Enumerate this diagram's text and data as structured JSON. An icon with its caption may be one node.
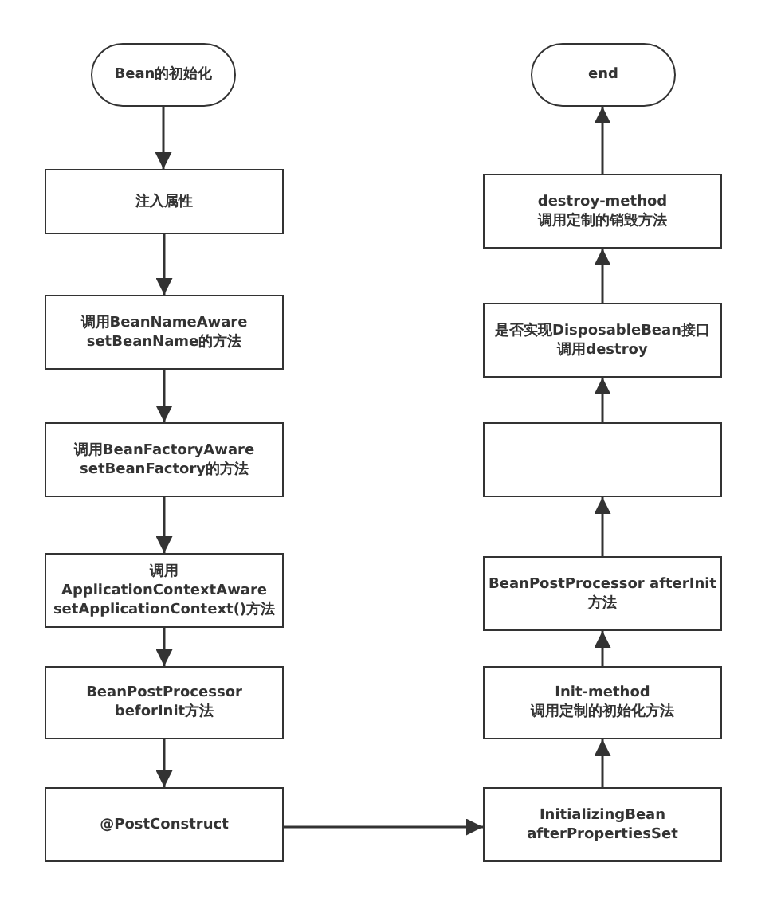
{
  "diagram": {
    "nodes": [
      {
        "text": [
          "Bean的初始化"
        ]
      },
      {
        "text": [
          "注入属性"
        ]
      },
      {
        "text": [
          "调用BeanNameAware setBeanName的方法"
        ]
      },
      {
        "text": [
          "调用BeanFactoryAware setBeanFactory的方法"
        ]
      },
      {
        "text": [
          "调用 ApplicationContextAware setApplicationContext()方法"
        ]
      },
      {
        "text": [
          "BeanPostProcessor beforInit方法"
        ]
      },
      {
        "text": [
          "@PostConstruct"
        ]
      },
      {
        "text": [
          "end"
        ]
      },
      {
        "text": [
          "destroy-method",
          "调用定制的销毁方法"
        ]
      },
      {
        "text": [
          "是否实现DisposableBean接口",
          "调用destroy"
        ]
      },
      {
        "text": [],
        "shape": "box"
      },
      {
        "text": [
          "BeanPostProcessor afterInit方法"
        ]
      },
      {
        "text": [
          "Init-method",
          "调用定制的初始化方法"
        ]
      },
      {
        "text": [
          "InitializingBean afterPropertiesSet"
        ]
      }
    ],
    "edges": [
      {
        "from": 0,
        "to": 1,
        "arrow": "to"
      },
      {
        "from": 1,
        "to": 2,
        "arrow": "to"
      },
      {
        "from": 2,
        "to": 3,
        "arrow": "to"
      },
      {
        "from": 3,
        "to": 4,
        "arrow": "to"
      },
      {
        "from": 4,
        "to": 5,
        "arrow": "to"
      },
      {
        "from": 5,
        "to": 6,
        "arrow": "to"
      },
      {
        "from": 6,
        "to": 13,
        "arrow": "to"
      },
      {
        "from": 13,
        "to": 12,
        "arrow": "to"
      },
      {
        "from": 12,
        "to": 11,
        "arrow": "to"
      },
      {
        "from": 11,
        "to": 10,
        "arrow": "to"
      },
      {
        "from": 10,
        "to": 9,
        "arrow": "to"
      },
      {
        "from": 9,
        "to": 8,
        "arrow": "to"
      },
      {
        "from": 8,
        "to": 7,
        "arrow": "to"
      }
    ]
  }
}
